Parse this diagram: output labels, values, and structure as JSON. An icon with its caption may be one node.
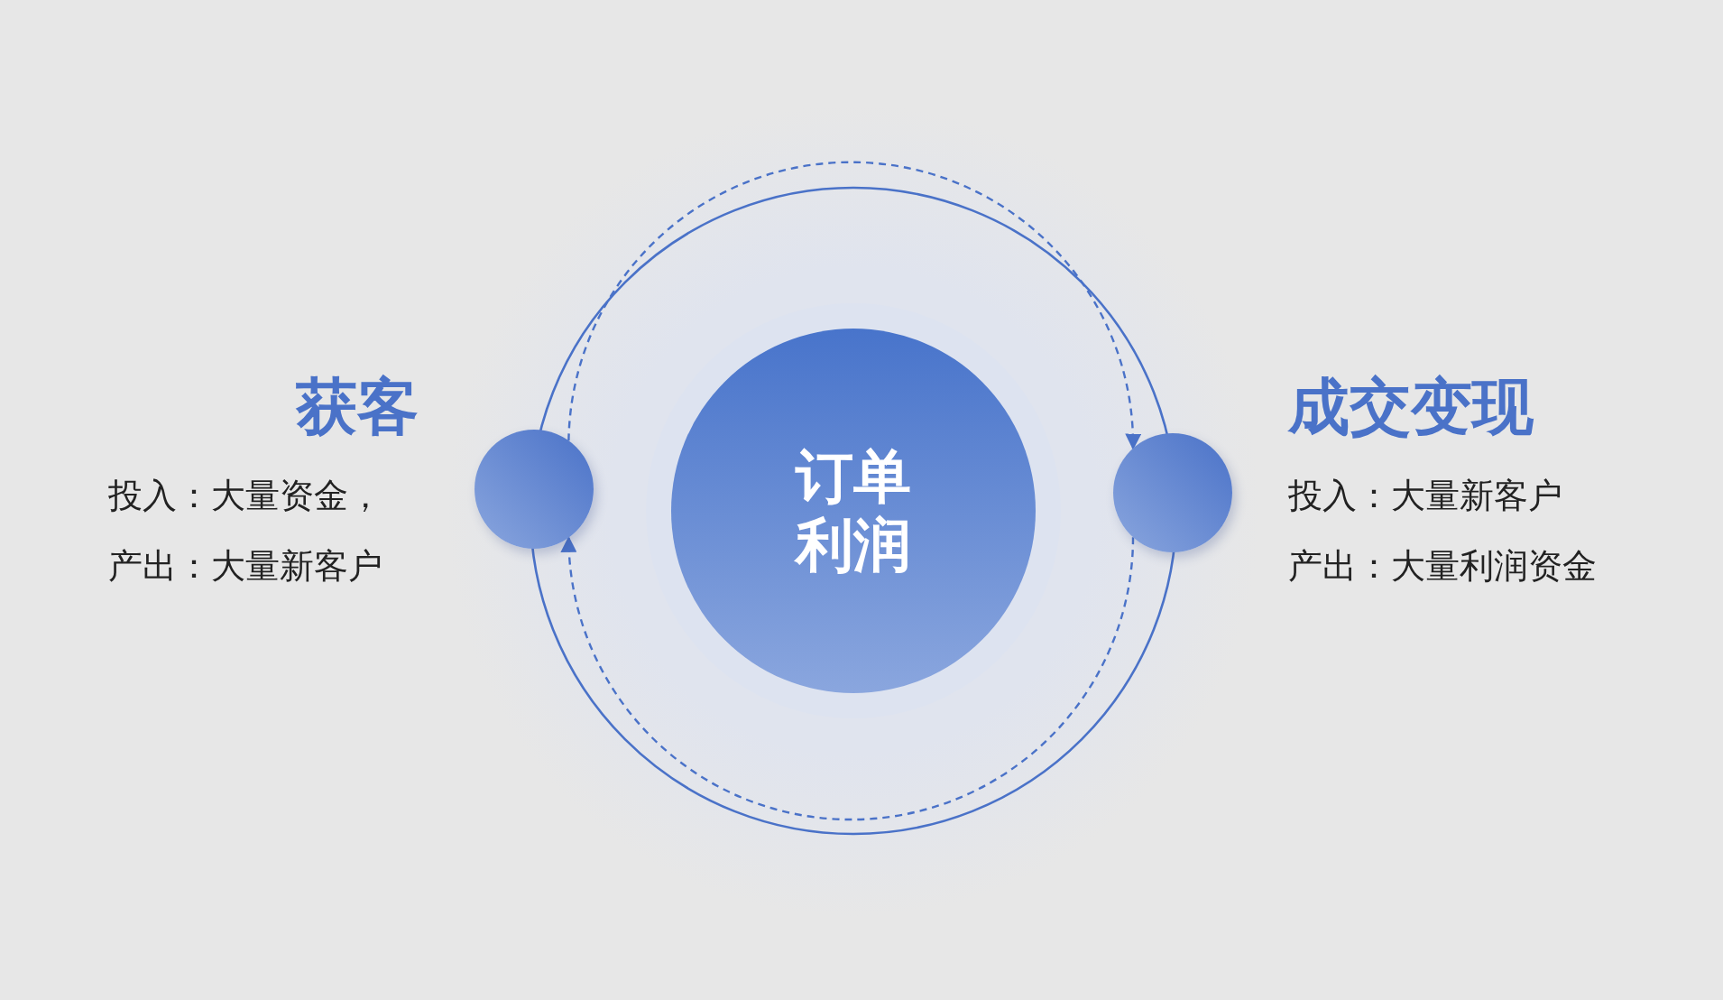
{
  "diagram": {
    "nodes": [
      {
        "text": [],
        "shape": "circle",
        "beside": [
          "获客",
          "投入：大量资金，",
          "产出：大量新客户"
        ]
      },
      {
        "text": [
          "订单利润"
        ]
      },
      {
        "text": [],
        "shape": "circle",
        "beside": [
          "成交变现",
          "投入：大量新客户",
          "产出：大量利润资金"
        ]
      }
    ],
    "edges": [
      {
        "from": 0,
        "to": 2,
        "arrow": "to",
        "style": "dashed"
      },
      {
        "from": 2,
        "to": 0,
        "arrow": "to",
        "style": "dashed"
      }
    ]
  }
}
